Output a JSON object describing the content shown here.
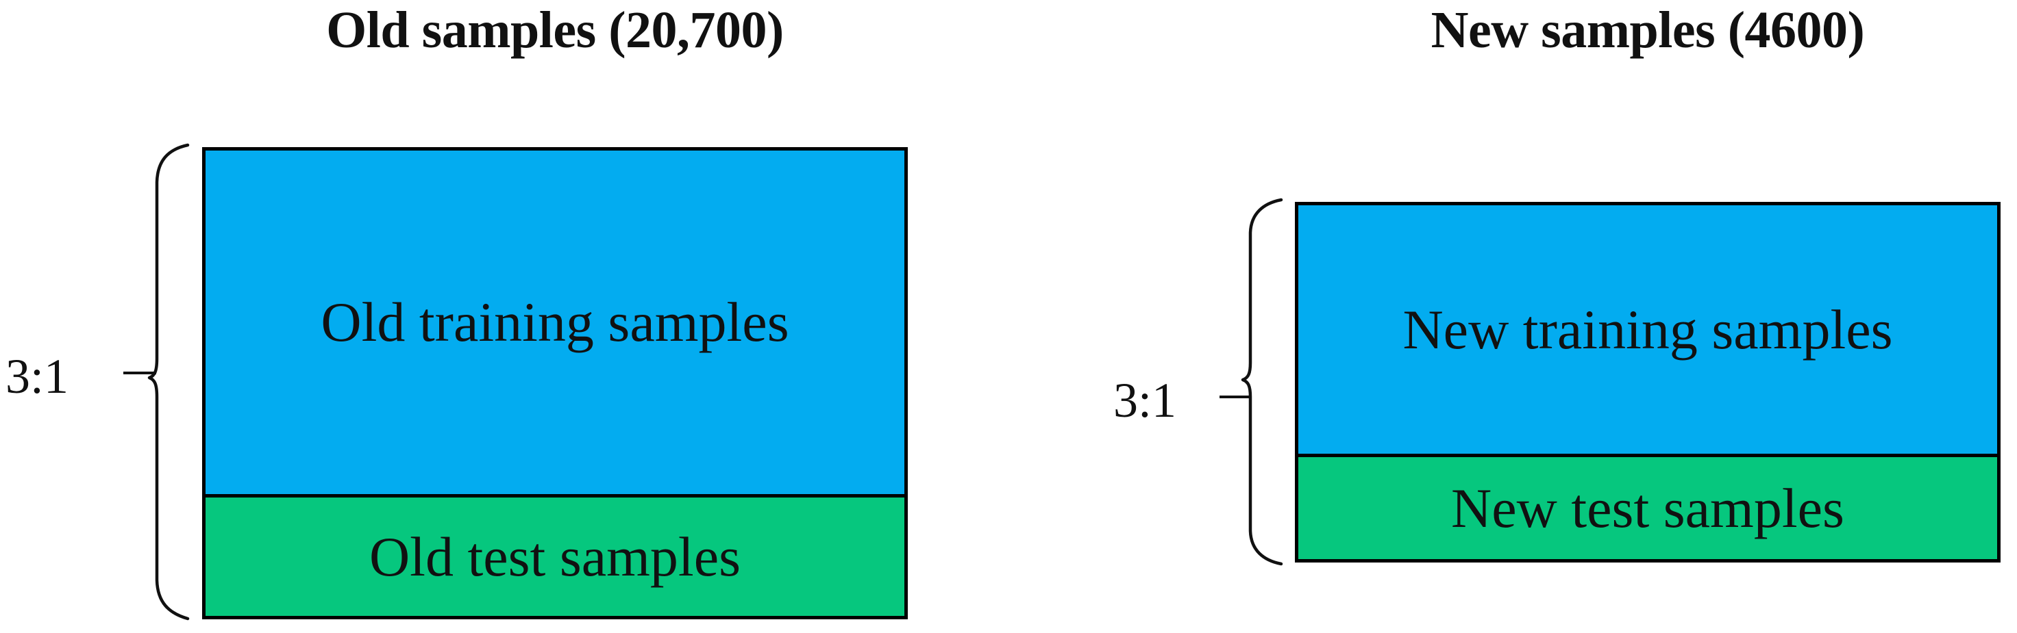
{
  "colors": {
    "training_blue": "#03ACF0",
    "test_green": "#06C77E",
    "outline": "#000000",
    "text": "#111111",
    "background": "#ffffff"
  },
  "panels": [
    {
      "id": "old",
      "title": "Old samples (20,700)",
      "ratio_label": "3:1",
      "total_samples": 20700,
      "segments": [
        {
          "key": "train",
          "label": "Old training samples",
          "color": "#03ACF0",
          "share": 0.75,
          "count": 15525
        },
        {
          "key": "test",
          "label": "Old test samples",
          "color": "#06C77E",
          "share": 0.25,
          "count": 5175
        }
      ]
    },
    {
      "id": "new",
      "title": "New samples (4600)",
      "ratio_label": "3:1",
      "total_samples": 4600,
      "segments": [
        {
          "key": "train",
          "label": "New training samples",
          "color": "#03ACF0",
          "share": 0.75,
          "count": 3450
        },
        {
          "key": "test",
          "label": "New test samples",
          "color": "#06C77E",
          "share": 0.25,
          "count": 1150
        }
      ]
    }
  ],
  "icons": {
    "brace_old": "left-curly-brace-icon",
    "brace_new": "left-curly-brace-icon"
  }
}
